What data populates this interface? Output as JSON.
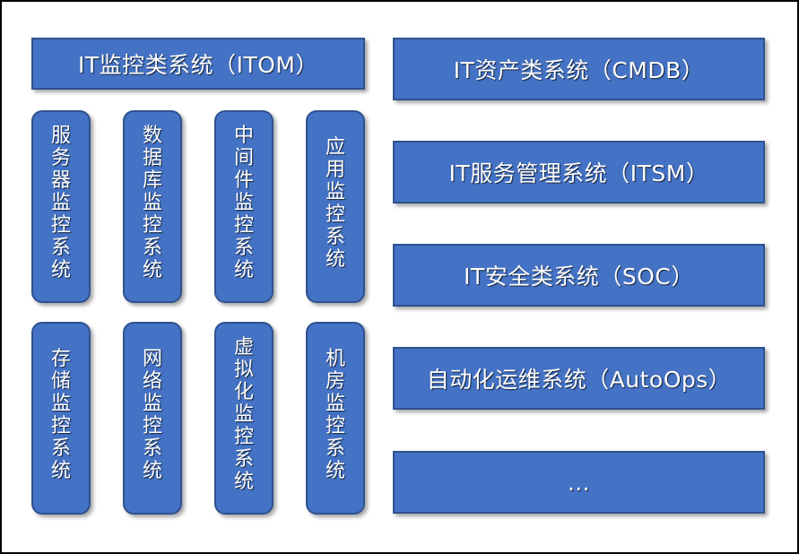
{
  "itom": {
    "title": "IT监控类系统（ITOM）",
    "subsystems": [
      "服务器监控系统",
      "数据库监控系统",
      "中间件监控系统",
      "应用监控系统",
      "存储监控系统",
      "网络监控系统",
      "虚拟化监控系统",
      "机房监控系统"
    ]
  },
  "right_systems": [
    "IT资产类系统（CMDB）",
    "IT服务管理系统（ITSM）",
    "IT安全类系统（SOC）",
    "自动化运维系统（AutoOps）",
    "…"
  ],
  "colors": {
    "box_fill": "#4472c4",
    "box_border": "#2f528f",
    "text": "#ffffff",
    "frame": "#000000"
  }
}
